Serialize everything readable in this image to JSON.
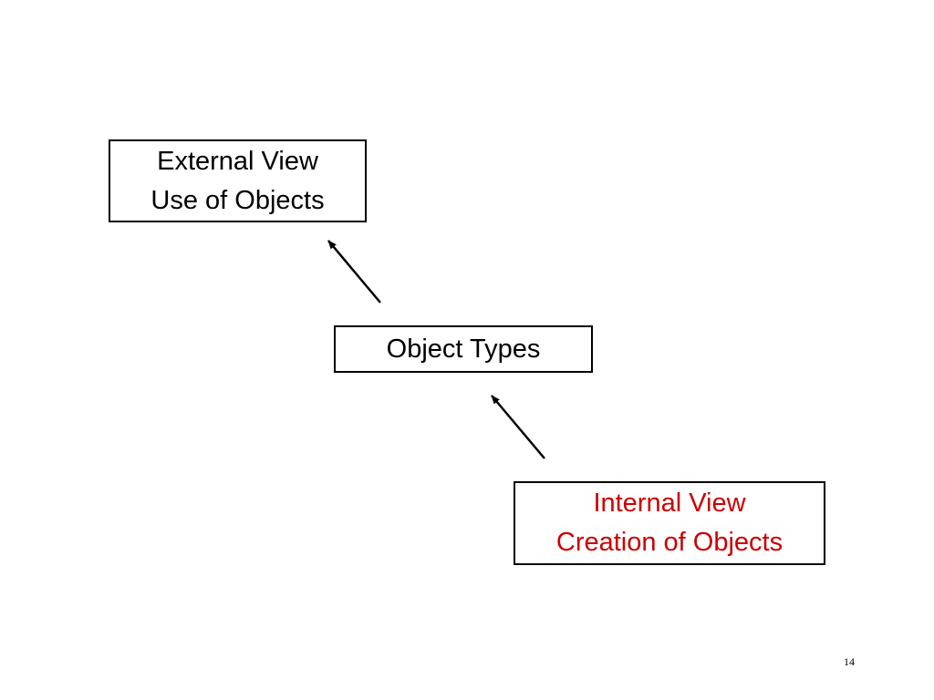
{
  "diagram": {
    "nodes": {
      "external_view": {
        "line1": "External View",
        "line2": "Use of Objects"
      },
      "object_types": {
        "label": "Object Types"
      },
      "internal_view": {
        "line1": "Internal View",
        "line2": "Creation of Objects",
        "text_color": "#cc0000"
      }
    },
    "edges": [
      {
        "from": "object_types",
        "to": "external_view"
      },
      {
        "from": "internal_view",
        "to": "object_types"
      }
    ]
  },
  "page_number": "14"
}
